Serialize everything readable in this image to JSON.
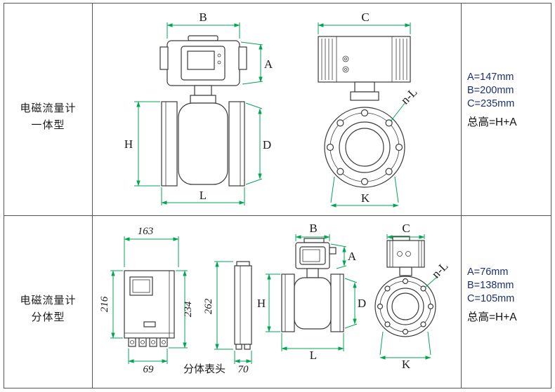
{
  "colors": {
    "dim_green": "#00a651",
    "line_dark": "#3a3a3a",
    "text_dark": "#1a1a1a",
    "spec_blue": "#1c2f6e"
  },
  "rows": {
    "integrated": {
      "label_line1": "电磁流量计",
      "label_line2": "一体型",
      "specs": {
        "a": "A=147mm",
        "b": "B=200mm",
        "c": "C=235mm",
        "total": "总高=H+A"
      },
      "dims": {
        "b": "B",
        "c": "C",
        "a": "A",
        "h": "H",
        "d": "D",
        "l": "L",
        "k": "K",
        "nl": "n-L"
      }
    },
    "split": {
      "label_line1": "电磁流量计",
      "label_line2": "分体型",
      "specs": {
        "a": "A=76mm",
        "b": "B=138mm",
        "c": "C=105mm",
        "total": "总高=H+A"
      },
      "dims": {
        "b": "B",
        "c": "C",
        "a": "A",
        "h": "H",
        "d": "D",
        "l": "L",
        "k": "K",
        "nl": "n-L",
        "box_width": "163",
        "box_height_left": "216",
        "box_height_right": "234",
        "side_height": "262",
        "gland_width": "69",
        "side_width": "70"
      },
      "caption": "分体表头"
    }
  }
}
